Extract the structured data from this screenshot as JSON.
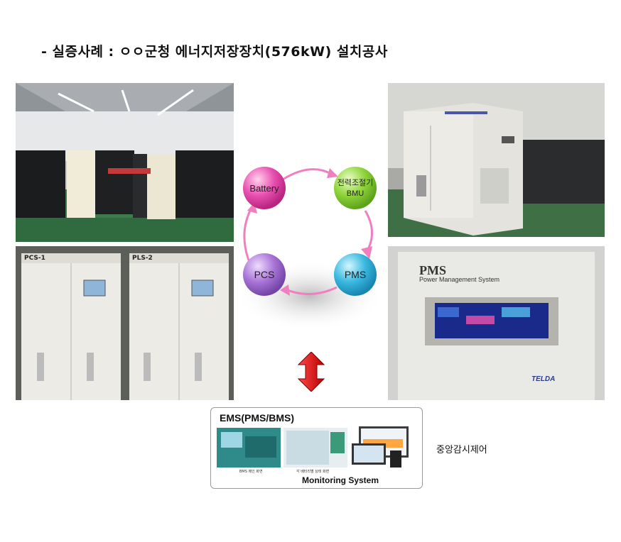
{
  "slide": {
    "title": "- 실증사례 : ㅇㅇ군청 에너지저장장치(576kW) 설치공사"
  },
  "cycle": {
    "battery": "Battery",
    "bmu_line1": "전력조절기",
    "bmu_line2": "BMU",
    "pms": "PMS",
    "pcs": "PCS"
  },
  "photos": {
    "pcs_unit_1": "PCS-1",
    "pcs_unit_2": "PLS-2",
    "pms_panel_title": "PMS",
    "pms_panel_subtitle": "Power Management System",
    "pms_brand": "TELDA"
  },
  "ems": {
    "title": "EMS(PMS/BMS)",
    "subtitle": "Monitoring System",
    "caption_left": "BMS 메인 화면",
    "caption_mid": "각 배터리별 상태 화면"
  },
  "central_label": "중앙감시제어"
}
